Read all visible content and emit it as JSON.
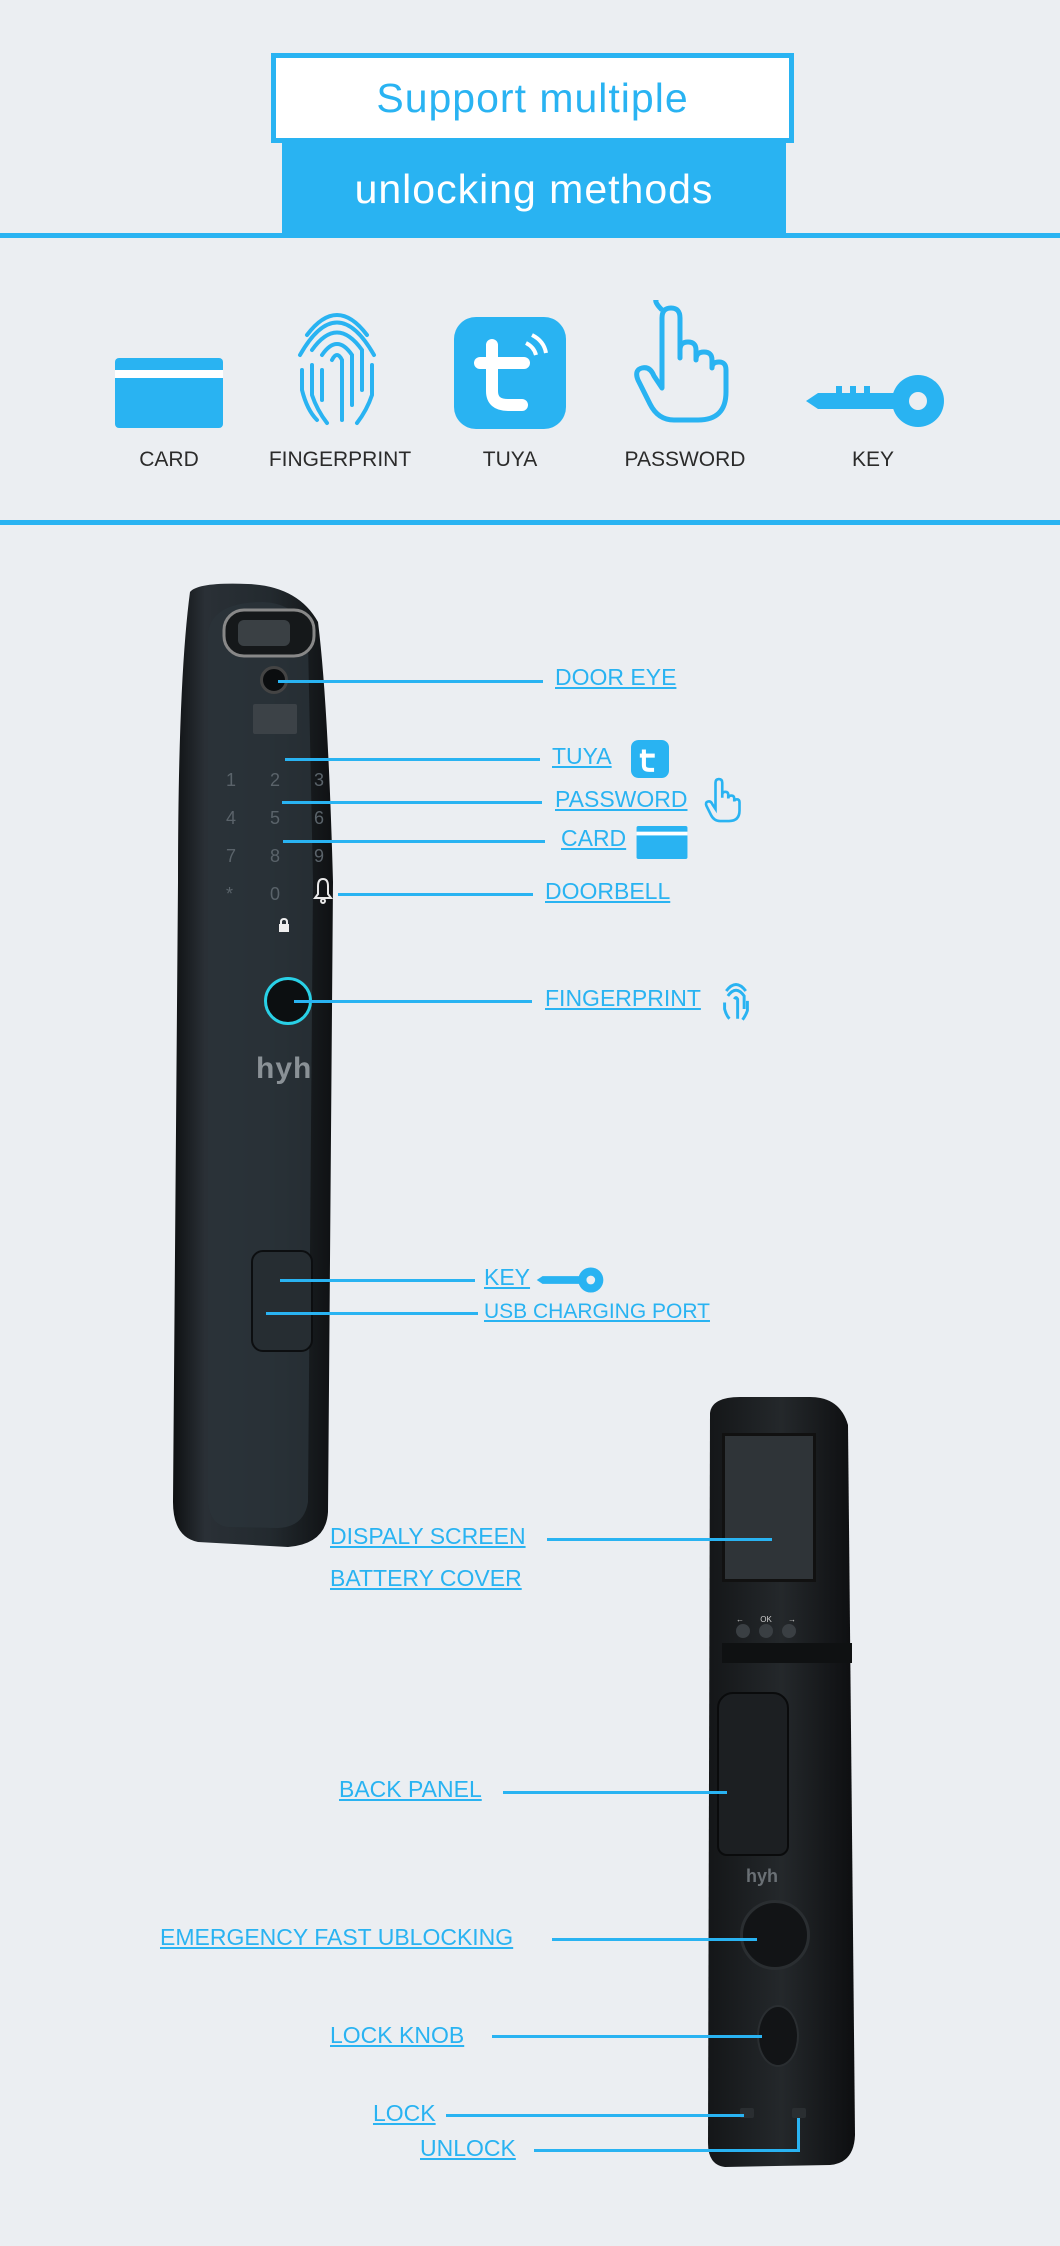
{
  "header": {
    "title_line1": "Support multiple",
    "title_line2": "unlocking methods"
  },
  "methods": [
    {
      "label": "CARD",
      "icon": "card-icon"
    },
    {
      "label": "FINGERPRINT",
      "icon": "fingerprint-icon"
    },
    {
      "label": "TUYA",
      "icon": "tuya-icon"
    },
    {
      "label": "PASSWORD",
      "icon": "hand-pointer-icon"
    },
    {
      "label": "KEY",
      "icon": "key-icon"
    }
  ],
  "front_callouts": {
    "door_eye": "DOOR EYE",
    "tuya": "TUYA",
    "password": "PASSWORD",
    "card": "CARD",
    "doorbell": "DOORBELL",
    "fingerprint": "FINGERPRINT",
    "key": "KEY",
    "usb": "USB CHARGING PORT"
  },
  "back_callouts": {
    "display": "DISPALY SCREEN",
    "battery": "BATTERY COVER",
    "back_panel": "BACK PANEL",
    "emergency": "EMERGENCY FAST UBLOCKING",
    "knob": "LOCK KNOB",
    "lock": "LOCK",
    "unlock": "UNLOCK"
  },
  "keypad": [
    "1",
    "2",
    "3",
    "4",
    "5",
    "6",
    "7",
    "8",
    "9",
    "*",
    "0"
  ],
  "brand": "hyh",
  "back_buttons": [
    "←",
    "OK",
    "→"
  ],
  "colors": {
    "accent": "#29b3f2",
    "background": "#ebeef2",
    "lock_body": "#1f2326"
  }
}
